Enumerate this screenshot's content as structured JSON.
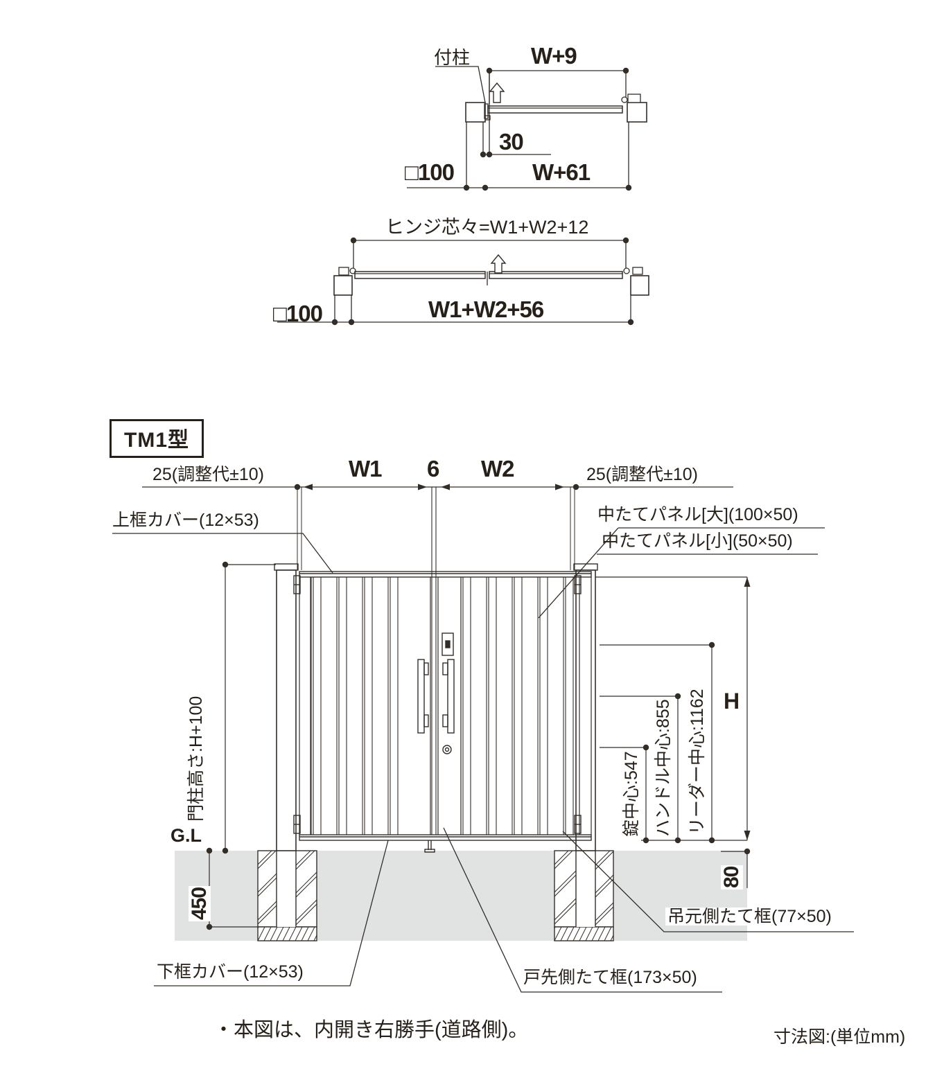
{
  "colors": {
    "line": "#332d28",
    "ground": "#e1e2e2"
  },
  "plan_single": {
    "post_label": "付柱",
    "dim_top": "W+9",
    "dim_offset": "30",
    "dim_post": "□100",
    "dim_bottom": "W+61"
  },
  "plan_double": {
    "dim_top": "ヒンジ芯々=W1+W2+12",
    "dim_post": "□100",
    "dim_bottom": "W1+W2+56"
  },
  "model": {
    "badge": "TM1型"
  },
  "elevation": {
    "dim_adjust_left": "25(調整代±10)",
    "dim_w1": "W1",
    "dim_gap": "6",
    "dim_w2": "W2",
    "dim_adjust_right": "25(調整代±10)",
    "label_top_cover": "上框カバー(12×53)",
    "label_panel_large": "中たてパネル[大](100×50)",
    "label_panel_small": "中たてパネル[小](50×50)",
    "dim_post_height": "門柱高さ:H+100",
    "label_gl": "G.L",
    "dim_embed": "450",
    "dim_lock": "錠中心:547",
    "dim_handle": "ハンドル中心:855",
    "dim_reader": "リーダー中心:1162",
    "dim_h": "H",
    "dim_80": "80",
    "label_hinge_stile": "吊元側たて框(77×50)",
    "label_bottom_cover": "下框カバー(12×53)",
    "label_latch_stile": "戸先側たて框(173×50)"
  },
  "footer": {
    "note": "・本図は、内開き右勝手(道路側)。",
    "unit": "寸法図:(単位mm)"
  }
}
